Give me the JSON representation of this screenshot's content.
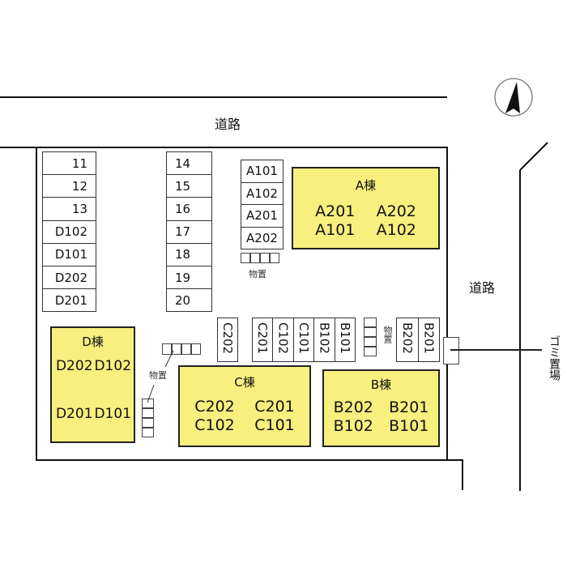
{
  "roads": {
    "top": "道路",
    "right": "道路"
  },
  "garbage_label": "ゴミ置場",
  "storage_label": "物置",
  "parking": {
    "left_column": [
      "11",
      "12",
      "13",
      "D102",
      "D101",
      "D202",
      "D201"
    ],
    "middle_column": [
      "14",
      "15",
      "16",
      "17",
      "18",
      "19",
      "20"
    ],
    "a_column": [
      "A101",
      "A102",
      "A201",
      "A202"
    ],
    "c202": [
      "C202"
    ],
    "cb_row": [
      "C201",
      "C102",
      "C101",
      "B102",
      "B101"
    ],
    "b_row": [
      "B202",
      "B201"
    ]
  },
  "buildings": {
    "A": {
      "title": "A棟",
      "units": [
        "A201",
        "A202",
        "A101",
        "A102"
      ]
    },
    "B": {
      "title": "B棟",
      "units": [
        "B202",
        "B201",
        "B102",
        "B101"
      ]
    },
    "C": {
      "title": "C棟",
      "units": [
        "C202",
        "C201",
        "C102",
        "C101"
      ]
    },
    "D": {
      "title": "D棟",
      "units": [
        "D202",
        "D102",
        "D201",
        "D101"
      ]
    }
  },
  "colors": {
    "building_fill": "#f7ef7e",
    "line": "#111111"
  }
}
